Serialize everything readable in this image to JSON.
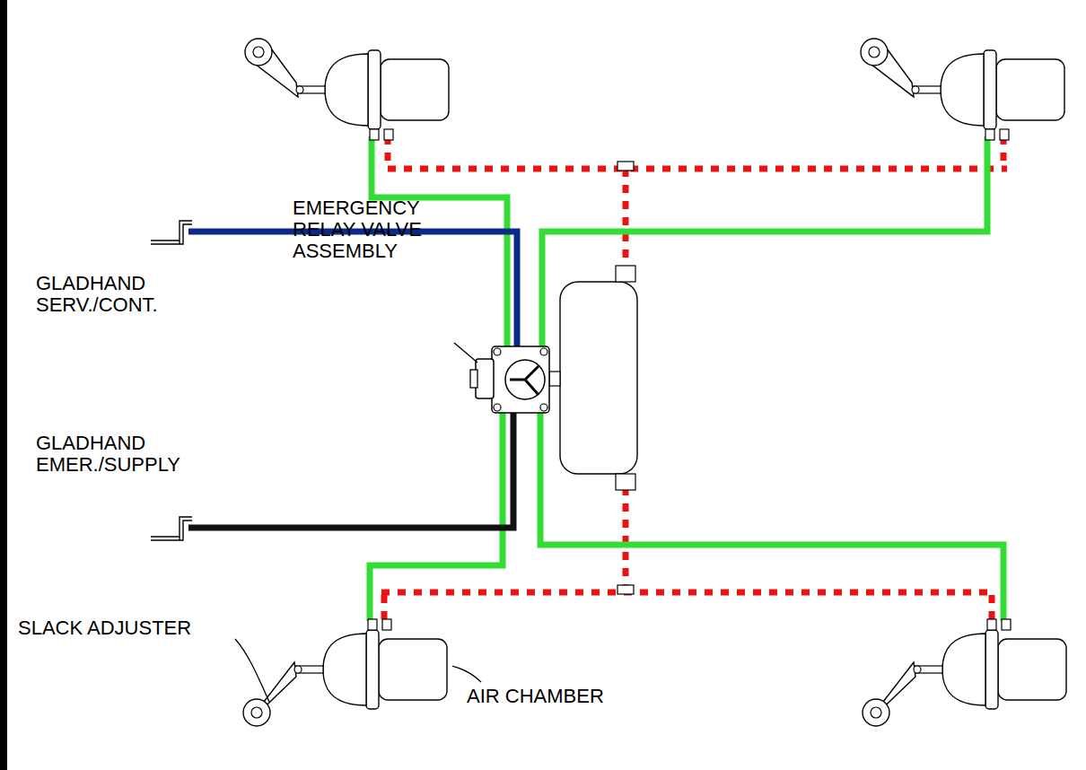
{
  "diagram": {
    "labels": [
      "GLADHAND SERV./CONT.",
      "EMERGENCY RELAY VALVE ASSEMBLY",
      "GLADHAND EMER./SUPPLY",
      "SLACK ADJUSTER",
      "AIR CHAMBER"
    ]
  }
}
